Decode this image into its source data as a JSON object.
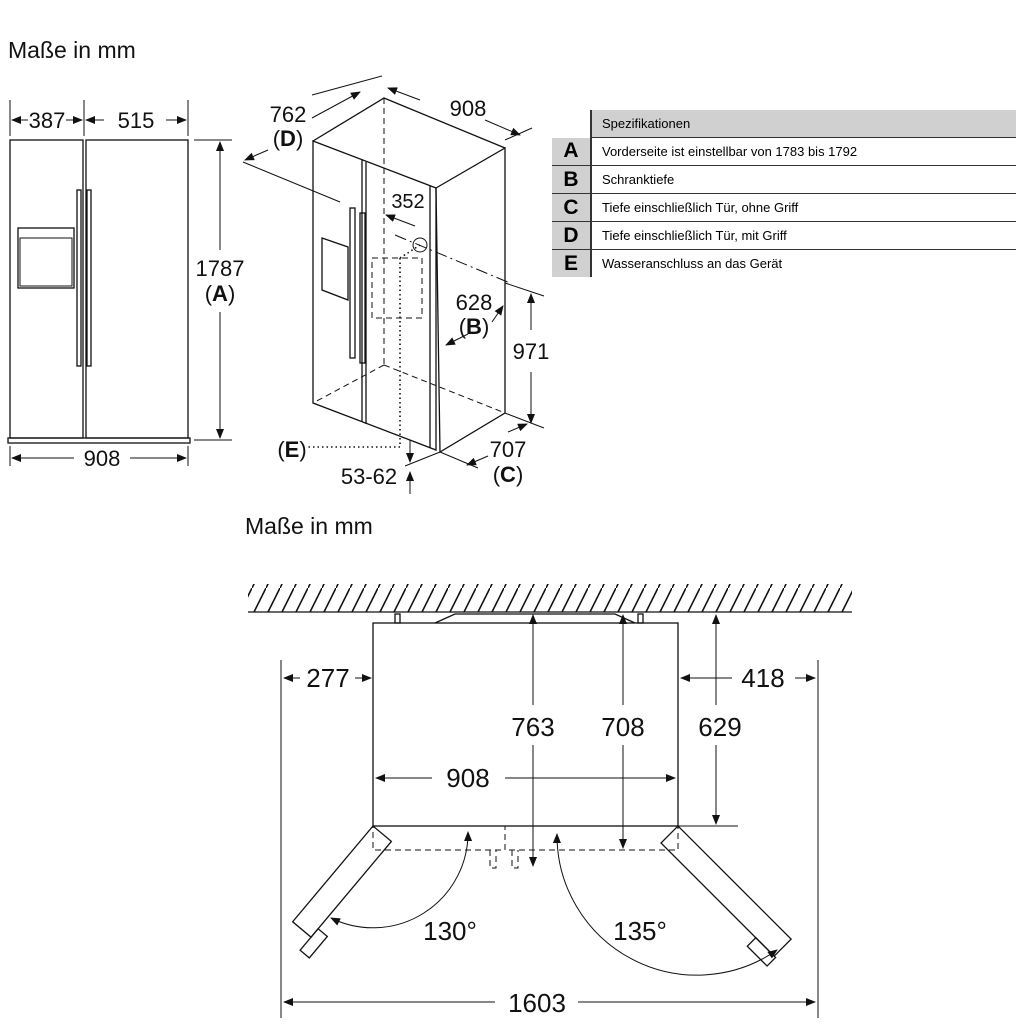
{
  "titles": {
    "top": "Maße in mm",
    "bottom": "Maße in mm"
  },
  "front_view": {
    "left_door_width": "387",
    "right_door_width": "515",
    "height": "1787",
    "height_ref": "A",
    "total_width": "908"
  },
  "iso_view": {
    "depth_with_handle": "762",
    "depth_with_handle_ref": "D",
    "width": "908",
    "water_offset": "352",
    "cabinet_depth": "628",
    "cabinet_depth_ref": "B",
    "water_height": "971",
    "depth_without_handle": "707",
    "depth_without_handle_ref": "C",
    "water_ref": "E",
    "foot_height": "53-62"
  },
  "spec_table": {
    "header": "Spezifikationen",
    "rows": [
      {
        "key": "A",
        "text": "Vorderseite ist einstellbar von 1783 bis 1792"
      },
      {
        "key": "B",
        "text": "Schranktiefe"
      },
      {
        "key": "C",
        "text": "Tiefe einschließlich Tür, ohne Griff"
      },
      {
        "key": "D",
        "text": "Tiefe einschließlich Tür, mit Griff"
      },
      {
        "key": "E",
        "text": "Wasseranschluss an das Gerät"
      }
    ]
  },
  "top_view": {
    "left_clearance": "277",
    "right_clearance": "418",
    "depth_763": "763",
    "depth_708": "708",
    "depth_629": "629",
    "width": "908",
    "left_angle": "130°",
    "right_angle": "135°",
    "total_open_width": "1603"
  }
}
